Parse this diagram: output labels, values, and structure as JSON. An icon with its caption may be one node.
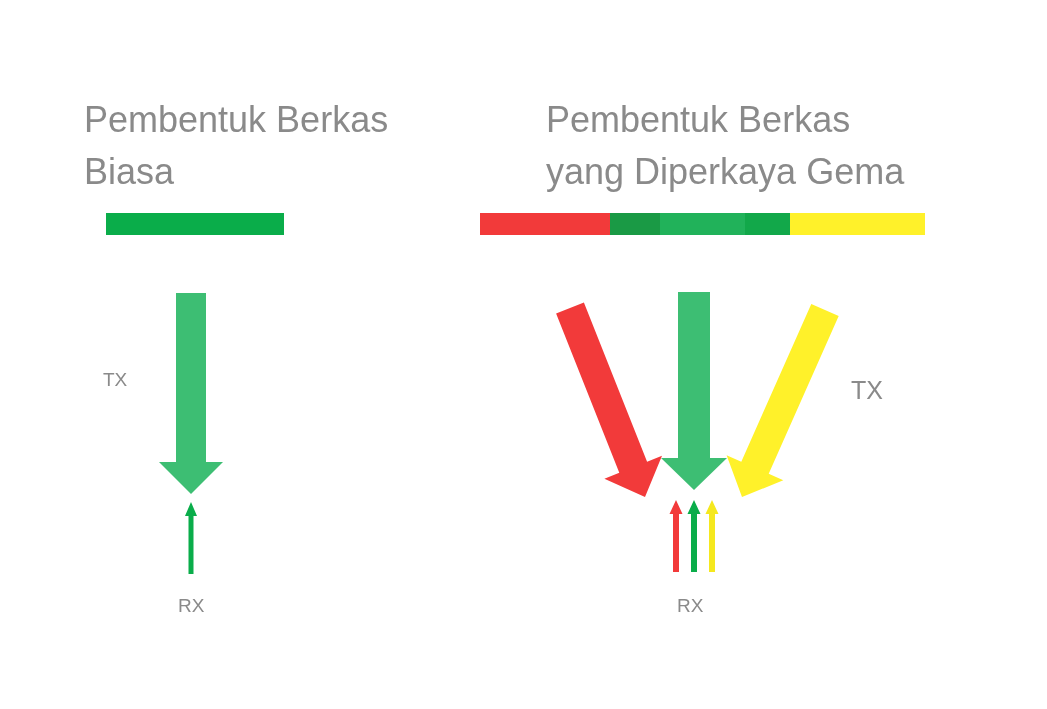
{
  "diagram": {
    "nodes": [
      {
        "text": [],
        "shape": "bar"
      },
      {
        "text": [],
        "shape": "bar"
      }
    ],
    "labels": [
      "Pembentuk Berkas Biasa",
      "Pembentuk Berkas yang Diperkaya Gema",
      "TX",
      "RX",
      "TX",
      "RX"
    ]
  }
}
